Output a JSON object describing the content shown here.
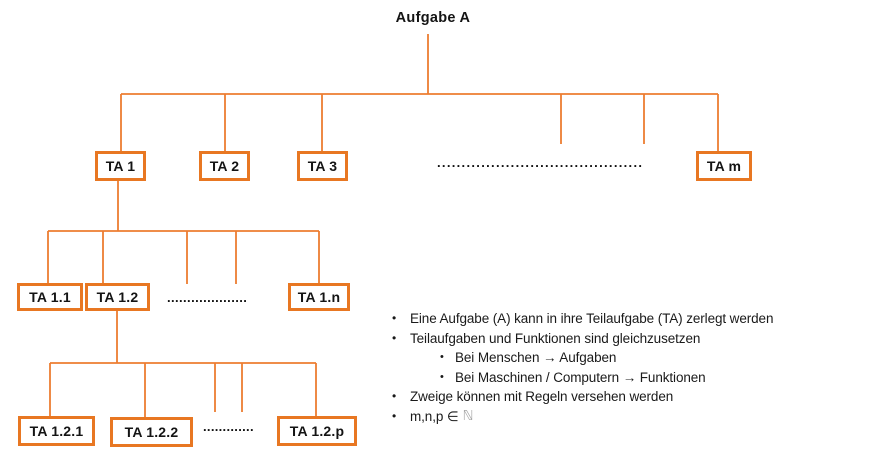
{
  "colors": {
    "box_border": "#E87722",
    "connector": "#ED7D31",
    "text": "#1A1A1A",
    "dots": "#111111",
    "nat_symbol_gray": "#A6A6A6"
  },
  "bullet_char": "•",
  "tree": {
    "root_label": "Aufgabe A",
    "level1": {
      "nodes": [
        "TA 1",
        "TA 2",
        "TA 3",
        "TA m"
      ],
      "dots": ".........................................."
    },
    "level2": {
      "nodes": [
        "TA 1.1",
        "TA 1.2",
        "TA 1.n"
      ],
      "dots": "...................."
    },
    "level3": {
      "nodes": [
        "TA 1.2.1",
        "TA 1.2.2",
        "TA 1.2.p"
      ],
      "dots": "............."
    }
  },
  "notes": {
    "bullets": [
      "Eine Aufgabe (A) kann in ihre Teilaufgabe (TA) zerlegt werden",
      "Teilaufgaben und Funktionen sind gleichzusetzen",
      "Bei Menschen → Aufgaben",
      "Bei Maschinen / Computern → Funktionen",
      "Zweige können mit Regeln versehen werden",
      "m,n,p ∈"
    ],
    "nat_symbol": "ℕ"
  }
}
